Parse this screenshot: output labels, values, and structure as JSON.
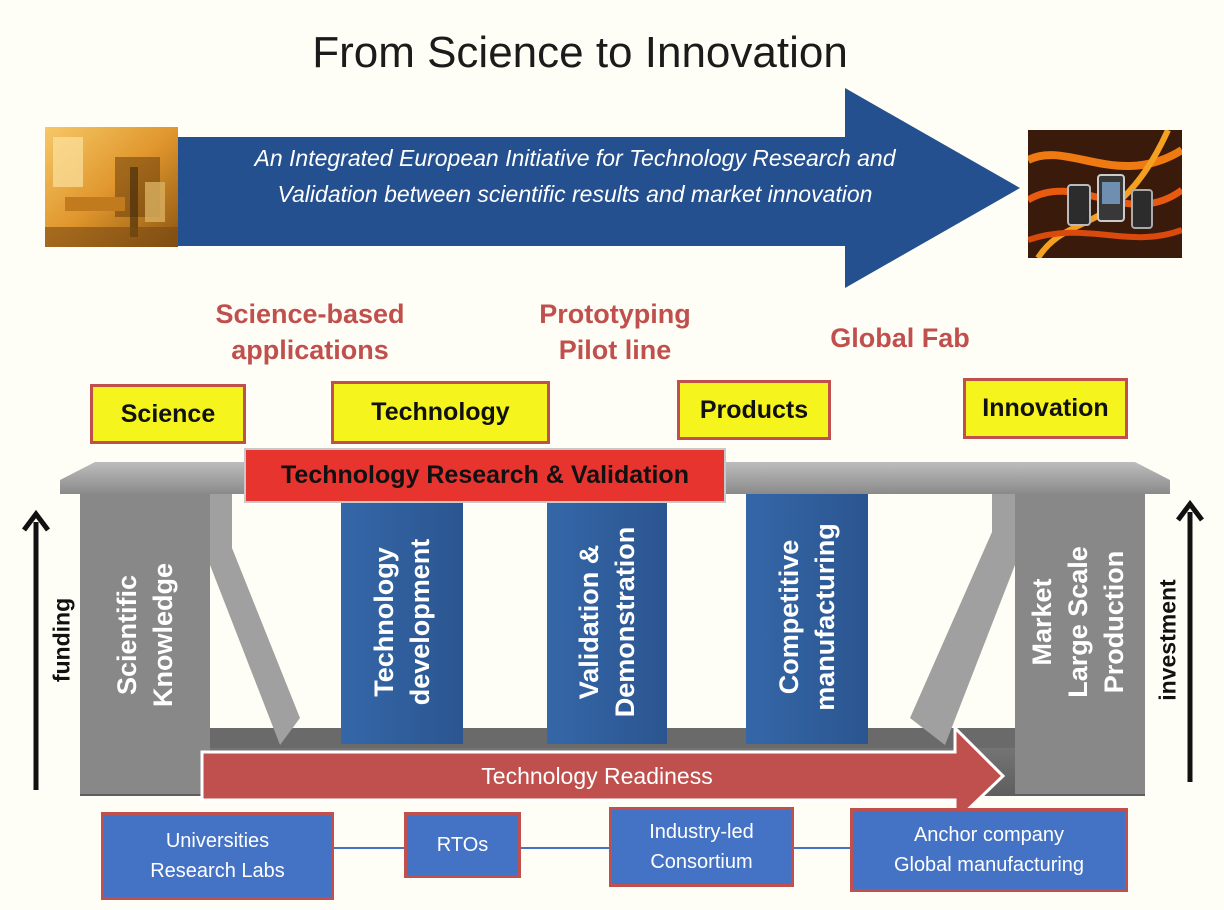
{
  "title": "From Science to Innovation",
  "banner": {
    "line1": "An Integrated European Initiative for Technology Research and",
    "line2": "Validation between scientific results and market innovation"
  },
  "stage_labels": {
    "science_based_line1": "Science-based",
    "science_based_line2": "applications",
    "prototyping_line1": "Prototyping",
    "prototyping_line2": "Pilot line",
    "global_fab": "Global Fab"
  },
  "stages": {
    "science": "Science",
    "technology": "Technology",
    "products": "Products",
    "innovation": "Innovation"
  },
  "bridge_label": "Technology Research & Validation",
  "pillars": {
    "scientific_line1": "Scientific",
    "scientific_line2": "Knowledge",
    "techdev_line1": "Technology",
    "techdev_line2": "development",
    "validation_line1": "Validation &",
    "validation_line2": "Demonstration",
    "competitive_line1": "Competitive",
    "competitive_line2": "manufacturing",
    "market_line1": "Market",
    "market_line2": "Large Scale",
    "market_line3": "Production"
  },
  "side_labels": {
    "left": "funding",
    "right": "investment"
  },
  "readiness_label": "Technology Readiness",
  "actors": {
    "universities_line1": "Universities",
    "universities_line2": "Research Labs",
    "rtos": "RTOs",
    "industry_line1": "Industry-led",
    "industry_line2": "Consortium",
    "anchor_line1": "Anchor company",
    "anchor_line2": "Global manufacturing"
  },
  "colors": {
    "banner_arrow": "#24508f",
    "stage_label": "#c0504d",
    "stage_box": "#f5f41c",
    "bridge_box": "#e8342f",
    "pillar_blue": "#3d6aa6",
    "pillar_gray": "#8c8c8c",
    "actor_box": "#4472c4",
    "readiness_arrow": "#c0504d"
  }
}
